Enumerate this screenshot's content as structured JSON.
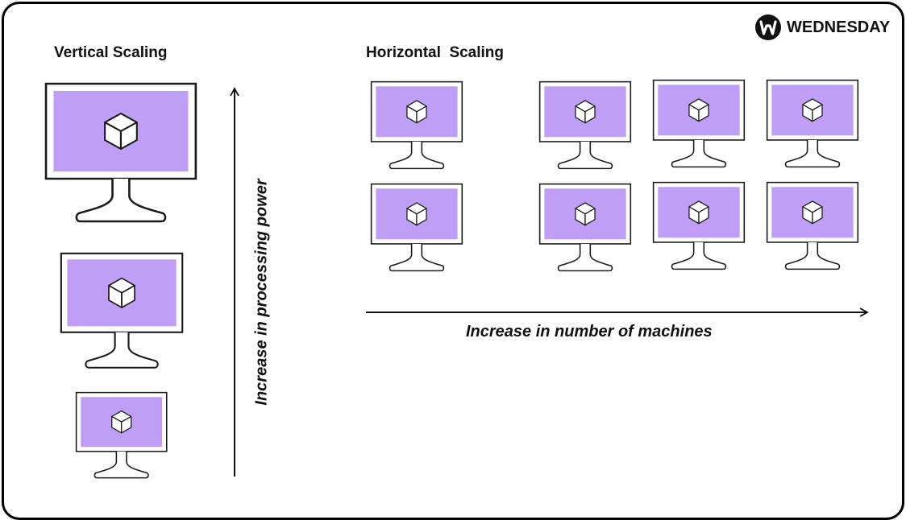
{
  "brand": {
    "name": "WEDNESDAY",
    "logo_icon": "wednesday-logo-icon"
  },
  "vertical": {
    "title": "Vertical Scaling",
    "axis_label": "Increase in processing power",
    "machine_count": 3
  },
  "horizontal": {
    "title": "Horizontal  Scaling",
    "axis_label": "Increase in number of machines",
    "machine_count": 8
  },
  "colors": {
    "screen": "#BF9EF5",
    "outline": "#1a1a1a",
    "background": "#ffffff"
  },
  "icons": {
    "monitor": "monitor-icon",
    "cube": "cube-icon",
    "arrow": "arrow-icon"
  }
}
